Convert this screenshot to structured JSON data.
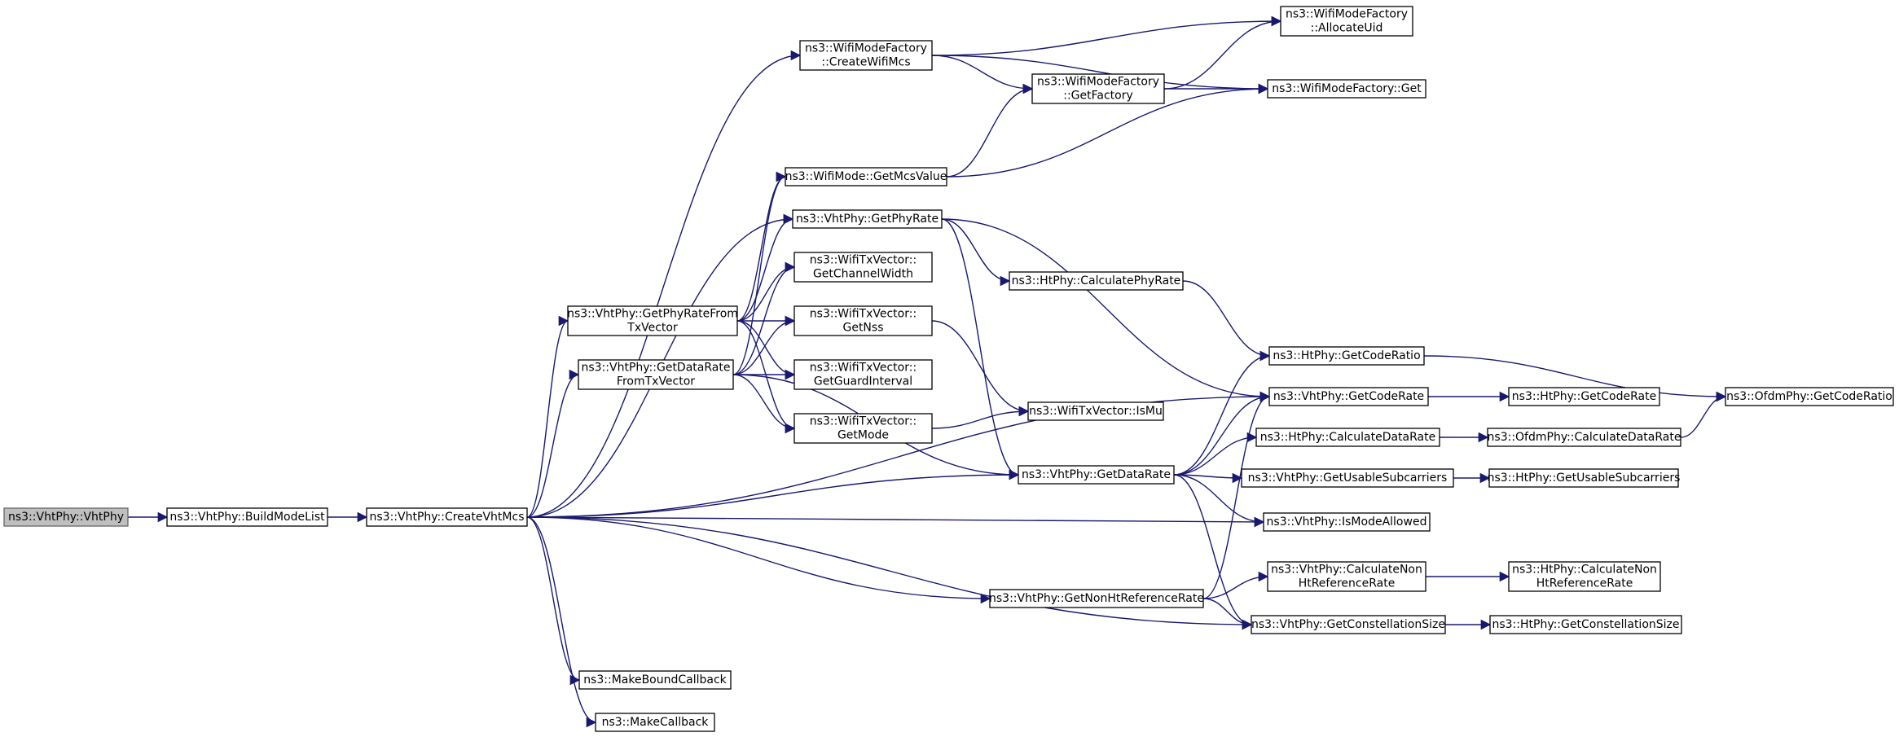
{
  "colors": {
    "edge": "#191970",
    "node_fill": "#ffffff",
    "root_fill": "#bfbfbf",
    "node_border": "#000000"
  },
  "nodes": {
    "vhtphy_ctor": [
      "ns3::VhtPhy::VhtPhy"
    ],
    "build_mode_list": [
      "ns3::VhtPhy::BuildModeList"
    ],
    "create_vht_mcs": [
      "ns3::VhtPhy::CreateVhtMcs"
    ],
    "create_wifi_mcs": [
      "ns3::WifiModeFactory",
      "::CreateWifiMcs"
    ],
    "allocate_uid": [
      "ns3::WifiModeFactory",
      "::AllocateUid"
    ],
    "get_factory": [
      "ns3::WifiModeFactory",
      "::GetFactory"
    ],
    "factory_get": [
      "ns3::WifiModeFactory::Get"
    ],
    "get_mcs_value": [
      "ns3::WifiMode::GetMcsValue"
    ],
    "get_phy_rate": [
      "ns3::VhtPhy::GetPhyRate"
    ],
    "get_channel_width": [
      "ns3::WifiTxVector::",
      "GetChannelWidth"
    ],
    "get_phy_rate_from_txvector": [
      "ns3::VhtPhy::GetPhyRateFrom",
      "TxVector"
    ],
    "get_nss": [
      "ns3::WifiTxVector::",
      "GetNss"
    ],
    "get_data_rate_from_txvector": [
      "ns3::VhtPhy::GetDataRate",
      "FromTxVector"
    ],
    "get_guard_interval": [
      "ns3::WifiTxVector::",
      "GetGuardInterval"
    ],
    "get_mode": [
      "ns3::WifiTxVector::",
      "GetMode"
    ],
    "ht_calculate_phy_rate": [
      "ns3::HtPhy::CalculatePhyRate"
    ],
    "ht_get_code_ratio": [
      "ns3::HtPhy::GetCodeRatio"
    ],
    "vht_get_code_rate": [
      "ns3::VhtPhy::GetCodeRate"
    ],
    "ht_get_code_rate": [
      "ns3::HtPhy::GetCodeRate"
    ],
    "ofdm_get_code_ratio": [
      "ns3::OfdmPhy::GetCodeRatio"
    ],
    "is_mu": [
      "ns3::WifiTxVector::IsMu"
    ],
    "ht_calculate_data_rate": [
      "ns3::HtPhy::CalculateDataRate"
    ],
    "ofdm_calculate_data_rate": [
      "ns3::OfdmPhy::CalculateDataRate"
    ],
    "vht_get_data_rate": [
      "ns3::VhtPhy::GetDataRate"
    ],
    "vht_get_usable_subcarriers": [
      "ns3::VhtPhy::GetUsableSubcarriers"
    ],
    "ht_get_usable_subcarriers": [
      "ns3::HtPhy::GetUsableSubcarriers"
    ],
    "vht_is_mode_allowed": [
      "ns3::VhtPhy::IsModeAllowed"
    ],
    "vht_calculate_non_ht_ref_rate": [
      "ns3::VhtPhy::CalculateNon",
      "HtReferenceRate"
    ],
    "ht_calculate_non_ht_ref_rate": [
      "ns3::HtPhy::CalculateNon",
      "HtReferenceRate"
    ],
    "vht_get_non_ht_ref_rate": [
      "ns3::VhtPhy::GetNonHtReferenceRate"
    ],
    "vht_get_constellation_size": [
      "ns3::VhtPhy::GetConstellationSize"
    ],
    "ht_get_constellation_size": [
      "ns3::HtPhy::GetConstellationSize"
    ],
    "make_bound_callback": [
      "ns3::MakeBoundCallback"
    ],
    "make_callback": [
      "ns3::MakeCallback"
    ]
  },
  "edges": [
    [
      "vhtphy_ctor",
      "build_mode_list"
    ],
    [
      "build_mode_list",
      "create_vht_mcs"
    ],
    [
      "create_vht_mcs",
      "create_wifi_mcs"
    ],
    [
      "create_vht_mcs",
      "vht_get_code_rate"
    ],
    [
      "create_vht_mcs",
      "get_phy_rate"
    ],
    [
      "create_vht_mcs",
      "get_phy_rate_from_txvector"
    ],
    [
      "create_vht_mcs",
      "get_data_rate_from_txvector"
    ],
    [
      "create_vht_mcs",
      "vht_get_data_rate"
    ],
    [
      "create_vht_mcs",
      "vht_is_mode_allowed"
    ],
    [
      "create_vht_mcs",
      "vht_get_non_ht_ref_rate"
    ],
    [
      "create_vht_mcs",
      "vht_get_constellation_size"
    ],
    [
      "create_vht_mcs",
      "make_bound_callback"
    ],
    [
      "create_vht_mcs",
      "make_callback"
    ],
    [
      "create_wifi_mcs",
      "allocate_uid"
    ],
    [
      "create_wifi_mcs",
      "get_factory"
    ],
    [
      "create_wifi_mcs",
      "factory_get"
    ],
    [
      "get_factory",
      "allocate_uid"
    ],
    [
      "get_factory",
      "factory_get"
    ],
    [
      "get_mcs_value",
      "get_factory"
    ],
    [
      "get_mcs_value",
      "factory_get"
    ],
    [
      "get_phy_rate",
      "ht_calculate_phy_rate"
    ],
    [
      "get_phy_rate",
      "vht_get_code_rate"
    ],
    [
      "get_phy_rate",
      "vht_get_data_rate"
    ],
    [
      "get_phy_rate_from_txvector",
      "get_mcs_value"
    ],
    [
      "get_phy_rate_from_txvector",
      "get_phy_rate"
    ],
    [
      "get_phy_rate_from_txvector",
      "get_channel_width"
    ],
    [
      "get_phy_rate_from_txvector",
      "get_nss"
    ],
    [
      "get_phy_rate_from_txvector",
      "get_guard_interval"
    ],
    [
      "get_phy_rate_from_txvector",
      "get_mode"
    ],
    [
      "get_data_rate_from_txvector",
      "get_mcs_value"
    ],
    [
      "get_data_rate_from_txvector",
      "get_channel_width"
    ],
    [
      "get_data_rate_from_txvector",
      "get_nss"
    ],
    [
      "get_data_rate_from_txvector",
      "get_guard_interval"
    ],
    [
      "get_data_rate_from_txvector",
      "get_mode"
    ],
    [
      "get_data_rate_from_txvector",
      "vht_get_data_rate"
    ],
    [
      "get_nss",
      "is_mu"
    ],
    [
      "get_mode",
      "is_mu"
    ],
    [
      "ht_calculate_phy_rate",
      "ht_get_code_ratio"
    ],
    [
      "ht_get_code_ratio",
      "ofdm_get_code_ratio"
    ],
    [
      "vht_get_code_rate",
      "ht_get_code_rate"
    ],
    [
      "vht_get_data_rate",
      "ht_get_code_ratio"
    ],
    [
      "vht_get_data_rate",
      "vht_get_code_rate"
    ],
    [
      "vht_get_data_rate",
      "ht_calculate_data_rate"
    ],
    [
      "vht_get_data_rate",
      "vht_get_usable_subcarriers"
    ],
    [
      "vht_get_data_rate",
      "vht_is_mode_allowed"
    ],
    [
      "vht_get_data_rate",
      "vht_get_constellation_size"
    ],
    [
      "ht_calculate_data_rate",
      "ofdm_calculate_data_rate"
    ],
    [
      "ofdm_calculate_data_rate",
      "ofdm_get_code_ratio"
    ],
    [
      "vht_get_usable_subcarriers",
      "ht_get_usable_subcarriers"
    ],
    [
      "vht_calculate_non_ht_ref_rate",
      "ht_calculate_non_ht_ref_rate"
    ],
    [
      "vht_get_non_ht_ref_rate",
      "vht_calculate_non_ht_ref_rate"
    ],
    [
      "vht_get_non_ht_ref_rate",
      "vht_get_constellation_size"
    ],
    [
      "vht_get_non_ht_ref_rate",
      "vht_get_code_rate"
    ],
    [
      "vht_get_constellation_size",
      "ht_get_constellation_size"
    ]
  ]
}
